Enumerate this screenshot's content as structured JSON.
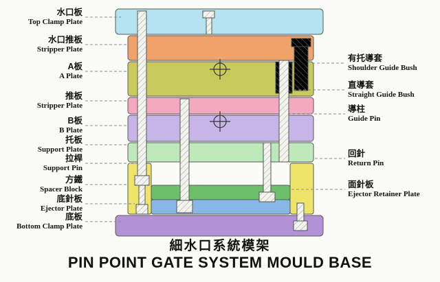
{
  "titles": {
    "main_cn": "細水口系統模架",
    "main_en": "PIN POINT GATE SYSTEM MOULD BASE"
  },
  "left_labels": [
    {
      "cn": "水口板",
      "en": "Top Clamp Plate"
    },
    {
      "cn": "水口推板",
      "en": "Stripper Plate"
    },
    {
      "cn": "A板",
      "en": "A Plate"
    },
    {
      "cn": "推板",
      "en": "Stripper Plate"
    },
    {
      "cn": "B板",
      "en": "B Plate"
    },
    {
      "cn": "托板",
      "en": "Support Plate"
    },
    {
      "cn": "拉桿",
      "en": "Support Pin"
    },
    {
      "cn": "方鐵",
      "en": "Spacer Block"
    },
    {
      "cn": "底針板",
      "en": "Ejector Plate"
    },
    {
      "cn": "底板",
      "en": "Bottom Clamp Plate"
    }
  ],
  "right_labels": [
    {
      "cn": "有托導套",
      "en": "Shoulder Guide Bush"
    },
    {
      "cn": "直導套",
      "en": "Straight Guide Bush"
    },
    {
      "cn": "導柱",
      "en": "Guide Pin"
    },
    {
      "cn": "回針",
      "en": "Return Pin"
    },
    {
      "cn": "面針板",
      "en": "Ejector Retainer Plate"
    }
  ],
  "colors": {
    "background": "#fbfbf7",
    "top_clamp_plate": "#b5e3f2",
    "stripper_plate_upper": "#f0a26b",
    "a_plate": "#c9ca5d",
    "stripper_plate_lower": "#f3aac0",
    "b_plate": "#c7b5e8",
    "support_plate": "#bfe9bb",
    "spacer_block": "#eee46a",
    "ejector_retainer_plate": "#6cc06a",
    "ejector_plate": "#8ab8e6",
    "bottom_clamp_plate": "#b391d6"
  }
}
